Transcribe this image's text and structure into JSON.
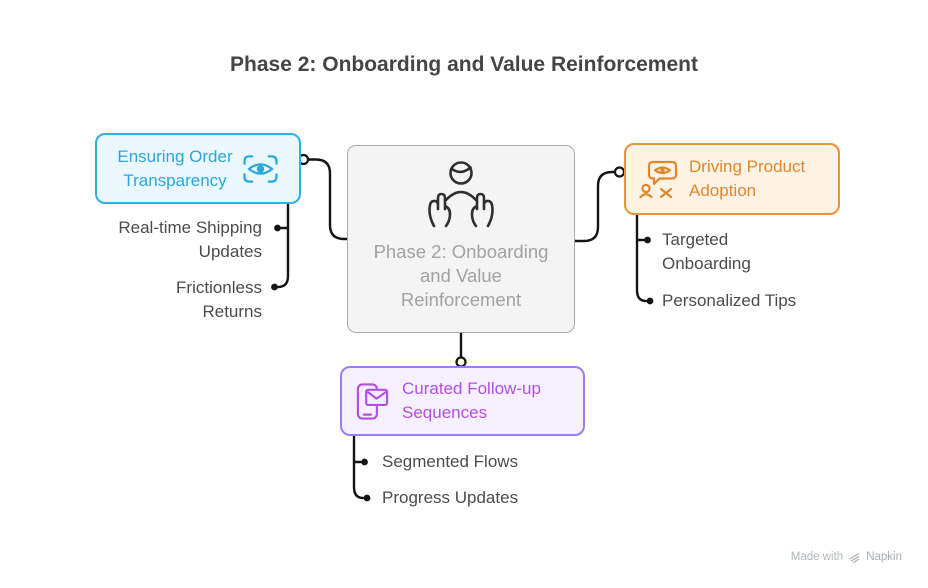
{
  "title": "Phase 2: Onboarding and Value Reinforcement",
  "center_node": {
    "label": "Phase 2: Onboarding\nand Value\nReinforcement",
    "icon": "person-care-icon"
  },
  "branches": [
    {
      "label": "Ensuring Order\nTransparency",
      "icon": "eye-scan-icon",
      "accent": "#2eb1e1",
      "fill": "#eaf8fd",
      "text_color": "#2aa8da",
      "items": [
        "Real-time Shipping\nUpdates",
        "Frictionless\nReturns"
      ]
    },
    {
      "label": "Driving Product\nAdoption",
      "icon": "audience-eye-icon",
      "accent": "#e8923c",
      "fill": "#fdf3e5",
      "text_color": "#e2862b",
      "items": [
        "Targeted\nOnboarding",
        "Personalized Tips"
      ]
    },
    {
      "label": "Curated Follow-up\nSequences",
      "icon": "phone-mail-icon",
      "accent": "#9d7cf1",
      "fill": "#f5effe",
      "text_color": "#b150e2",
      "items": [
        "Segmented Flows",
        "Progress Updates"
      ]
    }
  ],
  "footer": {
    "made_with": "Made with",
    "brand": "Napkin"
  }
}
